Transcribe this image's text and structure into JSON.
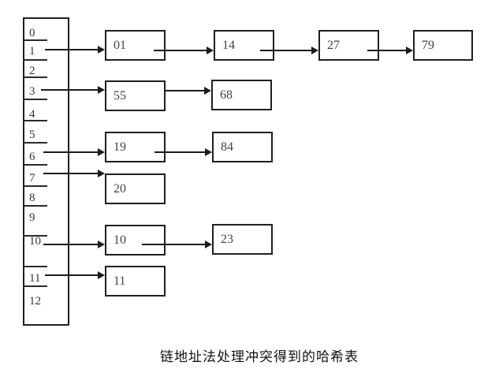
{
  "diagram": {
    "title": "链地址法处理冲突得到的哈希表",
    "type": "hash-table-chaining",
    "colors": {
      "line": "#1c1c1c",
      "text": "#3a3040",
      "background": "#ffffff"
    },
    "table": {
      "slots": [
        "0",
        "1",
        "2",
        "3",
        "4",
        "5",
        "6",
        "7",
        "8",
        "9",
        "10",
        "11",
        "12"
      ]
    },
    "chains": [
      {
        "slot": "1",
        "nodes": [
          "01",
          "14",
          "27",
          "79"
        ]
      },
      {
        "slot": "3",
        "nodes": [
          "55",
          "68"
        ]
      },
      {
        "slot": "6",
        "nodes": [
          "19",
          "84"
        ]
      },
      {
        "slot": "7",
        "nodes": [
          "20"
        ]
      },
      {
        "slot": "10",
        "nodes": [
          "10",
          "23"
        ]
      },
      {
        "slot": "11",
        "nodes": [
          "11"
        ]
      }
    ]
  }
}
